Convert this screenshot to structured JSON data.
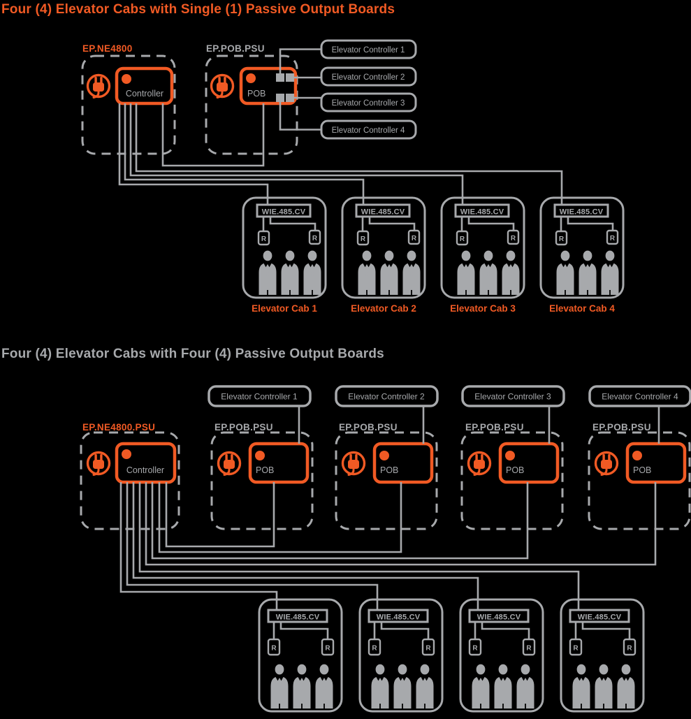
{
  "colors": {
    "orange": "#F15A24",
    "gray": "#A7A9AC"
  },
  "diagram1": {
    "title": "Four (4) Elevator Cabs with Single (1) Passive Output Boards",
    "controller_unit_label": "EP.NE4800",
    "controller_device": "Controller",
    "pob_unit_label": "EP.POB.PSU",
    "pob_device": "POB",
    "elevator_controllers": [
      "Elevator Controller 1",
      "Elevator Controller 2",
      "Elevator Controller 3",
      "Elevator Controller 4"
    ],
    "cabs": [
      {
        "converter": "WIE.485.CV",
        "reader": "R",
        "label": "Elevator Cab 1"
      },
      {
        "converter": "WIE.485.CV",
        "reader": "R",
        "label": "Elevator Cab 2"
      },
      {
        "converter": "WIE.485.CV",
        "reader": "R",
        "label": "Elevator Cab 3"
      },
      {
        "converter": "WIE.485.CV",
        "reader": "R",
        "label": "Elevator Cab 4"
      }
    ]
  },
  "diagram2": {
    "title": "Four (4) Elevator Cabs with Four (4) Passive Output Boards",
    "controller_unit_label": "EP.NE4800.PSU",
    "controller_device": "Controller",
    "pob_units": [
      {
        "label": "EP.POB.PSU",
        "device": "POB"
      },
      {
        "label": "EP.POB.PSU",
        "device": "POB"
      },
      {
        "label": "EP.POB.PSU",
        "device": "POB"
      },
      {
        "label": "EP.POB.PSU",
        "device": "POB"
      }
    ],
    "elevator_controllers": [
      "Elevator Controller 1",
      "Elevator Controller 2",
      "Elevator Controller 3",
      "Elevator Controller 4"
    ],
    "cabs": [
      {
        "converter": "WIE.485.CV",
        "reader": "R"
      },
      {
        "converter": "WIE.485.CV",
        "reader": "R"
      },
      {
        "converter": "WIE.485.CV",
        "reader": "R"
      },
      {
        "converter": "WIE.485.CV",
        "reader": "R"
      }
    ]
  }
}
